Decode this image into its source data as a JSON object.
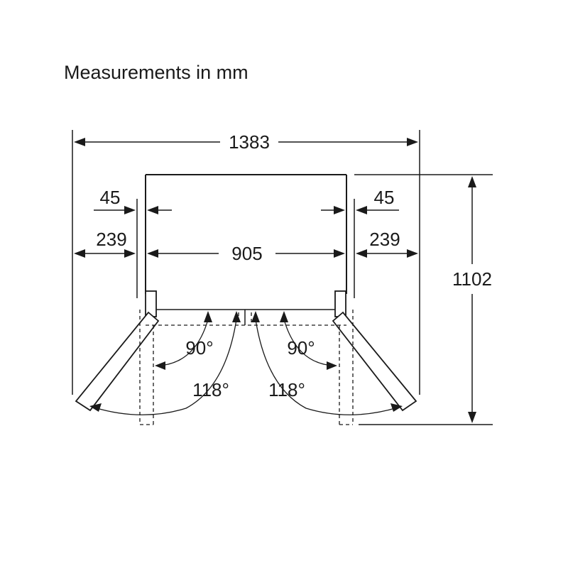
{
  "title": "Measurements in mm",
  "dimensions": {
    "overall_width": "1383",
    "depth": "1102",
    "body_width": "905",
    "door_clearance_left": "239",
    "door_clearance_right": "239",
    "hinge_offset_left": "45",
    "hinge_offset_right": "45"
  },
  "angles": {
    "left_small": "90°",
    "right_small": "90°",
    "left_large": "118°",
    "right_large": "118°"
  }
}
